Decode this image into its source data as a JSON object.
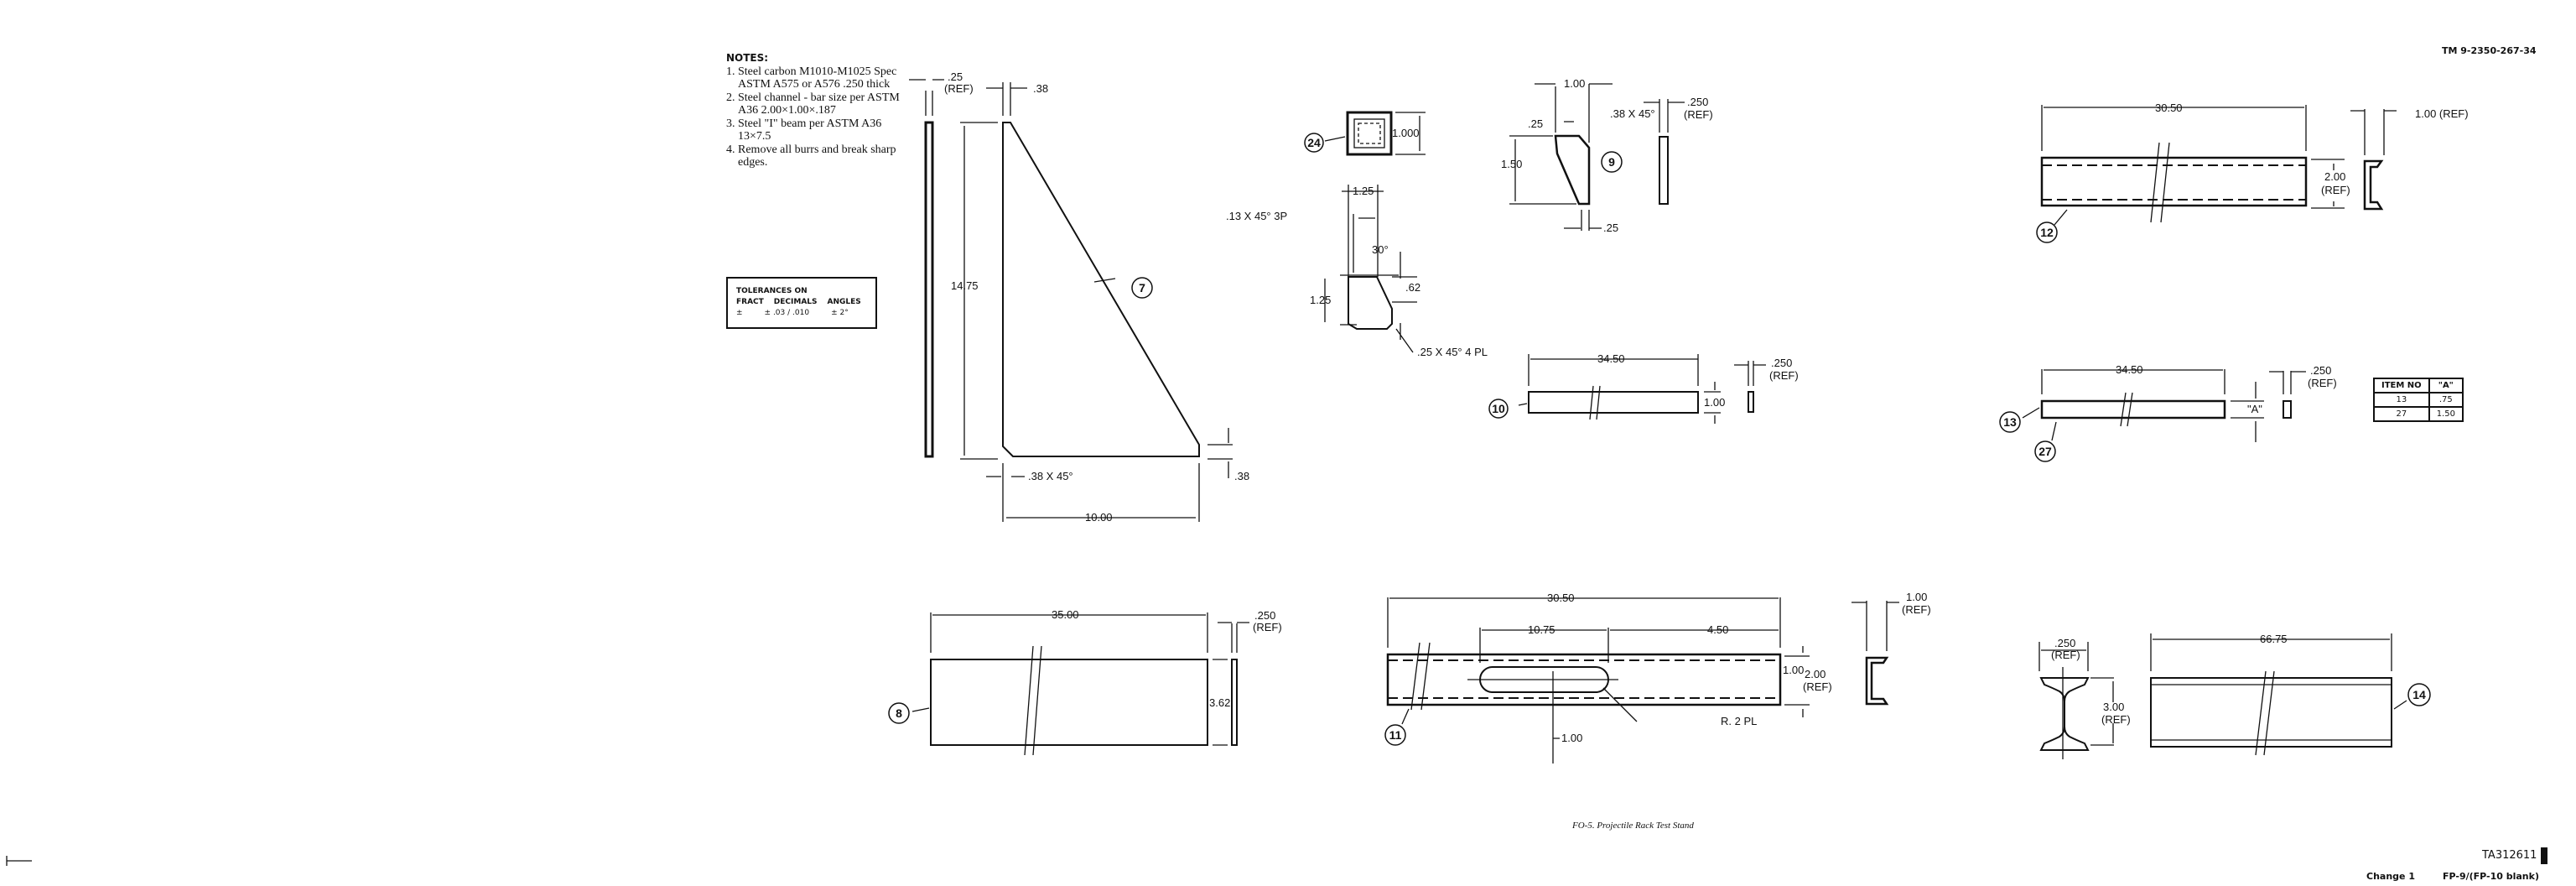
{
  "header": {
    "tm_number": "TM 9-2350-267-34"
  },
  "notes": {
    "title": "NOTES:",
    "items": [
      "1. Steel carbon M1010-M1025 Spec ASTM A575 or A576 .250 thick",
      "2. Steel channel - bar size per ASTM A36 2.00×1.00×.187",
      "3. Steel \"I\" beam per ASTM A36 13×7.5",
      "4. Remove all burrs and break sharp edges."
    ]
  },
  "tolerances": {
    "title": "TOLERANCES ON",
    "headers": [
      "FRACT",
      "DECIMALS",
      "ANGLES"
    ],
    "values": [
      "±",
      "± .03 / .010",
      "± 2°"
    ]
  },
  "item_table": {
    "headers": [
      "ITEM NO",
      "\"A\""
    ],
    "rows": [
      [
        "13",
        ".75"
      ],
      [
        "27",
        "1.50"
      ]
    ]
  },
  "parts": {
    "p7": {
      "balloon": "7",
      "d_ref": ".25",
      "ref": "(REF)",
      "d_top": ".38",
      "d_height": "14.75",
      "d_chamfer": ".38 X 45°",
      "d_width": "10.00",
      "d_corner": ".38"
    },
    "p24": {
      "balloon": "24",
      "d_size": "1.000"
    },
    "plug": {
      "d_width": "1.25",
      "d_chamfer_top": ".13 X 45° 3P",
      "d_angle": "30°",
      "d_height": "1.25",
      "d_mid": ".62",
      "d_chamfer": ".25 X 45° 4 PL"
    },
    "p9": {
      "balloon": "9",
      "d_width": "1.00",
      "d_top": ".25",
      "d_chamfer": ".38 X 45°",
      "d_height": "1.50",
      "d_bottom": ".25",
      "d_thick": ".250",
      "ref": "(REF)"
    },
    "p10": {
      "balloon": "10",
      "d_length": "34.50",
      "d_height": "1.00",
      "d_thick": ".250",
      "ref": "(REF)"
    },
    "p12": {
      "balloon": "12",
      "d_length": "30.50",
      "d_height": "2.00",
      "ref": "(REF)",
      "d_flange": "1.00 (REF)"
    },
    "p13": {
      "balloon": "13",
      "balloon2": "27",
      "d_length": "34.50",
      "d_a": "\"A\"",
      "d_thick": ".250",
      "ref": "(REF)"
    },
    "p8": {
      "balloon": "8",
      "d_length": "35.00",
      "d_height": "3.62",
      "d_thick": ".250",
      "ref": "(REF)"
    },
    "p11": {
      "balloon": "11",
      "d_length": "30.50",
      "d_slot": "10.75",
      "d_end": "4.50",
      "d_slot_w": "1.00",
      "d_height": "2.00",
      "ref": "(REF)",
      "d_radius": "R. 2 PL",
      "d_center": "1.00",
      "d_flange": "1.00",
      "ref2": "(REF)"
    },
    "p14": {
      "balloon": "14",
      "d_flange": ".250",
      "ref": "(REF)",
      "d_height": "3.00",
      "ref2": "(REF)",
      "d_length": "66.75"
    }
  },
  "caption": "FO-5. Projectile Rack Test Stand",
  "footer": {
    "ta": "TA312611",
    "change": "Change 1",
    "page": "FP-9/(FP-10 blank)"
  }
}
